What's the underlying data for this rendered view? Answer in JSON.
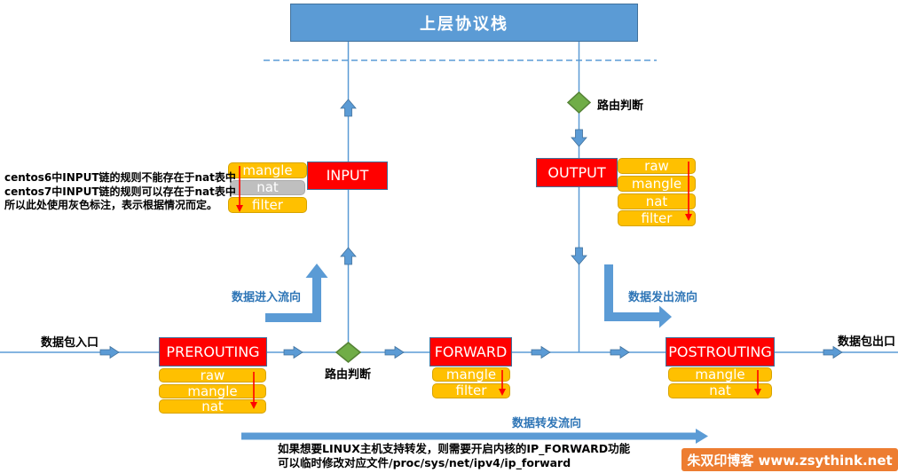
{
  "colors": {
    "blue_fill": "#5B9BD5",
    "blue_border": "#41719C",
    "chain_red": "#FF0000",
    "table_orange": "#FFC000",
    "table_gray": "#BFBFBF",
    "diamond_green": "#70AD47",
    "flow_label_blue": "#2E75B6",
    "red_arrow": "#FF0000",
    "watermark_orange": "#ED7D31"
  },
  "banner": {
    "label": "上层协议栈"
  },
  "routing": {
    "top_label": "路由判断",
    "mid_label": "路由判断"
  },
  "chains": {
    "input": {
      "label": "INPUT",
      "tables": [
        "mangle",
        "nat",
        "filter"
      ]
    },
    "output": {
      "label": "OUTPUT",
      "tables": [
        "raw",
        "mangle",
        "nat",
        "filter"
      ]
    },
    "prerouting": {
      "label": "PREROUTING",
      "tables": [
        "raw",
        "mangle",
        "nat"
      ]
    },
    "forward": {
      "label": "FORWARD",
      "tables": [
        "mangle",
        "filter"
      ]
    },
    "postrouting": {
      "label": "POSTROUTING",
      "tables": [
        "mangle",
        "nat"
      ]
    }
  },
  "flow_labels": {
    "packet_in": "数据包入口",
    "packet_out": "数据包出口",
    "data_in": "数据进入流向",
    "data_out": "数据发出流向",
    "data_forward": "数据转发流向"
  },
  "notes": {
    "left": [
      "centos6中INPUT链的规则不能存在于nat表中",
      "centos7中INPUT链的规则可以存在于nat表中",
      "所以此处使用灰色标注，表示根据情况而定。"
    ],
    "bottom": [
      "如果想要LINUX主机支持转发，则需要开启内核的IP_FORWARD功能",
      "可以临时修改对应文件/proc/sys/net/ipv4/ip_forward"
    ]
  },
  "watermark": {
    "text": "朱双印博客 www.zsythink.net"
  }
}
